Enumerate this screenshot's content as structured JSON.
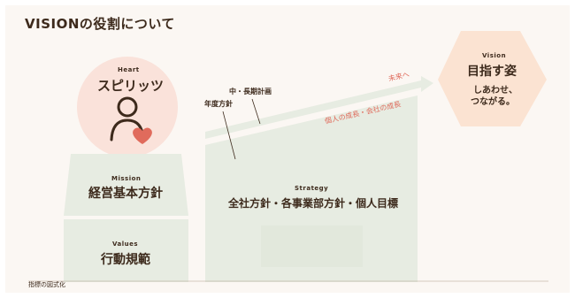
{
  "title": "VISIONの役割について",
  "heart": {
    "label_en": "Heart",
    "label_ja": "スピリッツ"
  },
  "mission": {
    "label_en": "Mission",
    "label_ja": "経営基本方針"
  },
  "values": {
    "label_en": "Values",
    "label_ja": "行動規範"
  },
  "strategy": {
    "label_en": "Strategy",
    "label_ja": "全社方針・各事業部方針・個人目標"
  },
  "vision": {
    "label_en": "Vision",
    "label_ja": "目指す姿",
    "desc_line1": "しあわせ、",
    "desc_line2": "つながる。"
  },
  "arrow": {
    "future": "未来へ",
    "growth": "個人の成長・会社の成長"
  },
  "plans": {
    "mid_long": "中・長期計画",
    "annual": "年度方針"
  },
  "footer": "指標の図式化",
  "colors": {
    "accent": "#e06b5c",
    "text": "#3d2a1c",
    "block": "#e7ece2",
    "hexagon": "#fbe3d2",
    "circle": "#fae2da"
  }
}
